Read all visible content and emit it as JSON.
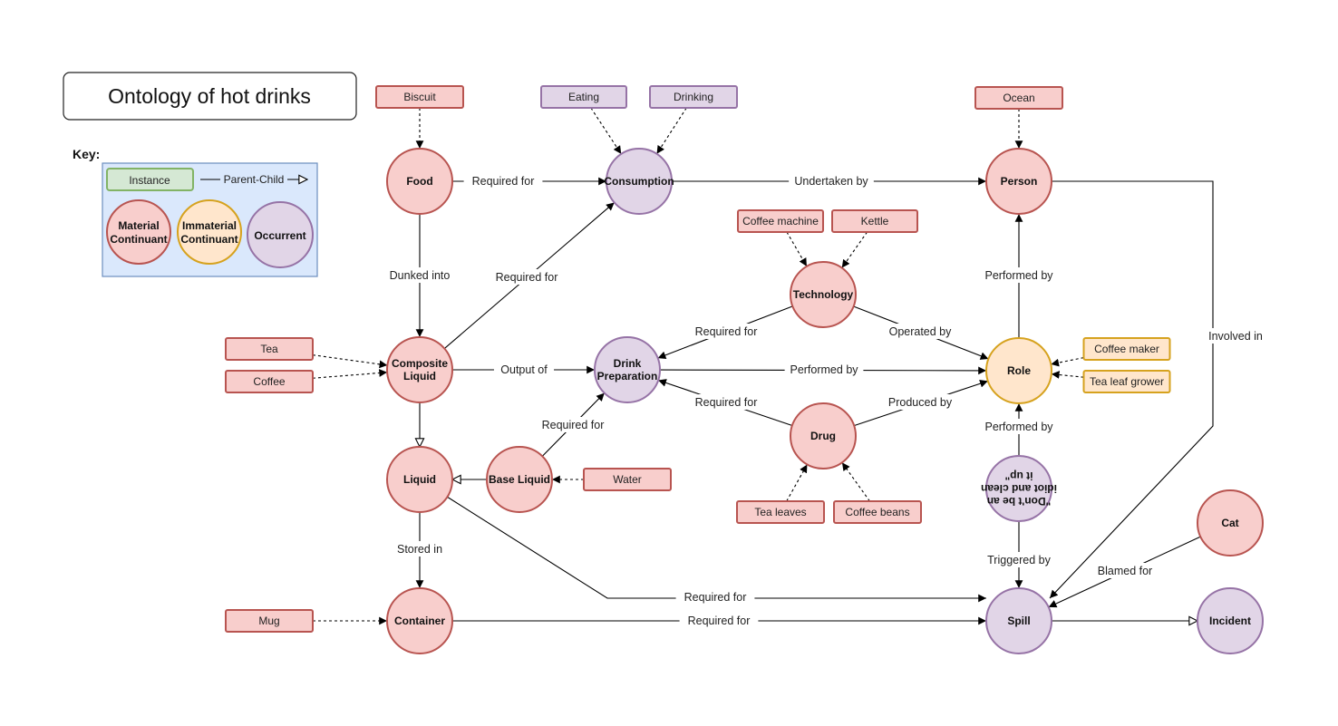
{
  "title": "Ontology of hot drinks",
  "key": {
    "label": "Key:",
    "instance": "Instance",
    "parent_child": "Parent-Child",
    "material": [
      "Material",
      "Continuant"
    ],
    "immaterial": [
      "Immaterial",
      "Continuant"
    ],
    "occurrent": "Occurrent"
  },
  "colors": {
    "material_fill": "#f8cecc",
    "material_stroke": "#b85450",
    "immaterial_fill": "#ffe6cc",
    "immaterial_stroke": "#d6a21e",
    "occurrent_fill": "#e1d5e7",
    "occurrent_stroke": "#9673a6",
    "instance_fill": "#d5e8d4",
    "instance_stroke": "#82b366",
    "key_fill": "#dae8fc",
    "key_stroke": "#6c8ebf"
  },
  "nodes": {
    "food": {
      "label": [
        "Food"
      ],
      "kind": "material"
    },
    "consumption": {
      "label": [
        "Consumption"
      ],
      "kind": "occurrent"
    },
    "person": {
      "label": [
        "Person"
      ],
      "kind": "material"
    },
    "technology": {
      "label": [
        "Technology"
      ],
      "kind": "material"
    },
    "composite_liquid": {
      "label": [
        "Composite",
        "Liquid"
      ],
      "kind": "material"
    },
    "drink_preparation": {
      "label": [
        "Drink",
        "Preparation"
      ],
      "kind": "occurrent"
    },
    "role": {
      "label": [
        "Role"
      ],
      "kind": "immaterial"
    },
    "drug": {
      "label": [
        "Drug"
      ],
      "kind": "material"
    },
    "liquid": {
      "label": [
        "Liquid"
      ],
      "kind": "material"
    },
    "base_liquid": {
      "label": [
        "Base Liquid"
      ],
      "kind": "material"
    },
    "dont_be_idiot": {
      "label": [
        "\"Don't be an",
        "idiot and clean",
        "it up\""
      ],
      "kind": "occurrent"
    },
    "cat": {
      "label": [
        "Cat"
      ],
      "kind": "material"
    },
    "container": {
      "label": [
        "Container"
      ],
      "kind": "material"
    },
    "spill": {
      "label": [
        "Spill"
      ],
      "kind": "occurrent"
    },
    "incident": {
      "label": [
        "Incident"
      ],
      "kind": "occurrent"
    }
  },
  "instances": {
    "biscuit": {
      "label": "Biscuit",
      "kind": "material"
    },
    "eating": {
      "label": "Eating",
      "kind": "occurrent"
    },
    "drinking": {
      "label": "Drinking",
      "kind": "occurrent"
    },
    "ocean": {
      "label": "Ocean",
      "kind": "material"
    },
    "coffee_machine": {
      "label": "Coffee machine",
      "kind": "material"
    },
    "kettle": {
      "label": "Kettle",
      "kind": "material"
    },
    "tea": {
      "label": "Tea",
      "kind": "material"
    },
    "coffee": {
      "label": "Coffee",
      "kind": "material"
    },
    "coffee_maker": {
      "label": "Coffee maker",
      "kind": "immaterial"
    },
    "tea_leaf_grower": {
      "label": "Tea leaf grower",
      "kind": "immaterial"
    },
    "water": {
      "label": "Water",
      "kind": "material"
    },
    "tea_leaves": {
      "label": "Tea leaves",
      "kind": "material"
    },
    "coffee_beans": {
      "label": "Coffee beans",
      "kind": "material"
    },
    "mug": {
      "label": "Mug",
      "kind": "material"
    }
  },
  "edge_labels": {
    "food_consumption": "Required for",
    "consumption_person": "Undertaken by",
    "food_composite": "Dunked into",
    "composite_consumption": "Required for",
    "composite_drinkprep": "Output of",
    "drinkprep_role": "Performed by",
    "tech_drinkprep": "Required for",
    "tech_role": "Operated by",
    "role_person": "Performed by",
    "person_spill": "Involved in",
    "drug_drinkprep": "Required for",
    "drug_role": "Produced by",
    "base_drinkprep": "Required for",
    "dontbe_role": "Performed by",
    "liquid_container": "Stored in",
    "dontbe_spill": "Triggered by",
    "cat_spill": "Blamed for",
    "liquid_spill": "Required for",
    "container_spill": "Required for"
  }
}
